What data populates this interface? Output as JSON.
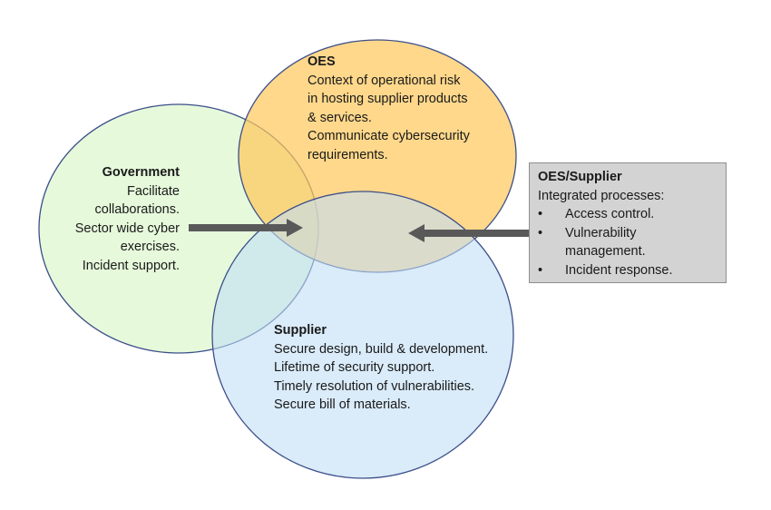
{
  "colors": {
    "government_fill": "#d5f5c3",
    "oes_fill": "#ffd88c",
    "supplier_fill": "#d3e7f8",
    "circle_stroke": "#3c4f8a",
    "arrow": "#595959",
    "box_fill": "#d3d3d3",
    "box_border": "#8e8e8e"
  },
  "government": {
    "title": "Government",
    "lines": [
      "Facilitate",
      "collaborations.",
      "Sector wide cyber",
      "exercises.",
      "Incident support."
    ]
  },
  "oes": {
    "title": "OES",
    "lines": [
      "Context of operational risk",
      "in hosting supplier products",
      "& services.",
      "Communicate cybersecurity",
      "requirements."
    ]
  },
  "supplier": {
    "title": "Supplier",
    "lines": [
      "Secure design, build & development.",
      "Lifetime of security support.",
      "Timely resolution of vulnerabilities.",
      "Secure bill of materials."
    ]
  },
  "oes_supplier": {
    "title": "OES/Supplier",
    "intro": "Integrated processes:",
    "bullet": "•",
    "items": [
      {
        "lines": [
          "Access control."
        ]
      },
      {
        "lines": [
          "Vulnerability",
          "management."
        ]
      },
      {
        "lines": [
          "Incident response."
        ]
      }
    ]
  }
}
